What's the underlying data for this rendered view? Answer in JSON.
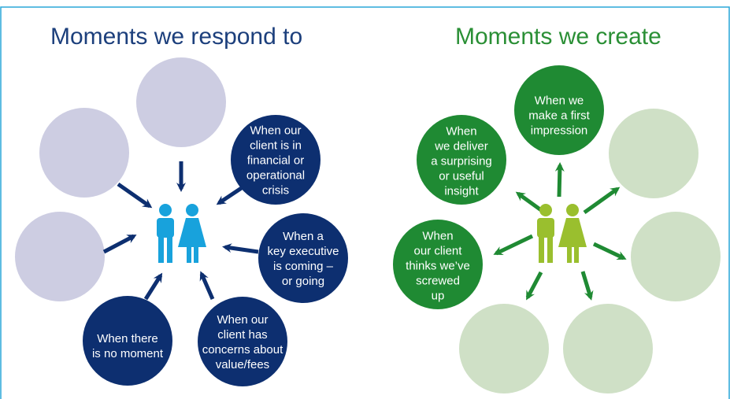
{
  "colors": {
    "border": "#2aa7d8",
    "navy": "#0d2f70",
    "navy_light": "#cdcde2",
    "green": "#1f8a33",
    "green_light": "#cfe0c6",
    "person_blue": "#18a2dc",
    "person_green": "#9abf2e"
  },
  "left": {
    "title": "Moments we respond to",
    "circles": [
      {
        "label": ""
      },
      {
        "label": ""
      },
      {
        "label": ""
      },
      {
        "label": "When our\nclient is in\nfinancial or\noperational\ncrisis"
      },
      {
        "label": "When a\nkey executive\nis coming –\nor going"
      },
      {
        "label": "When our\nclient has\nconcerns about\nvalue/fees"
      },
      {
        "label": "When there\nis no moment"
      }
    ]
  },
  "right": {
    "title": "Moments we create",
    "circles": [
      {
        "label": "When we\nmake a first\nimpression"
      },
      {
        "label": "When\nwe deliver\na surprising\nor useful\ninsight"
      },
      {
        "label": "When\nour client\nthinks we’ve\nscrewed\nup"
      },
      {
        "label": ""
      },
      {
        "label": ""
      },
      {
        "label": ""
      },
      {
        "label": ""
      }
    ]
  }
}
